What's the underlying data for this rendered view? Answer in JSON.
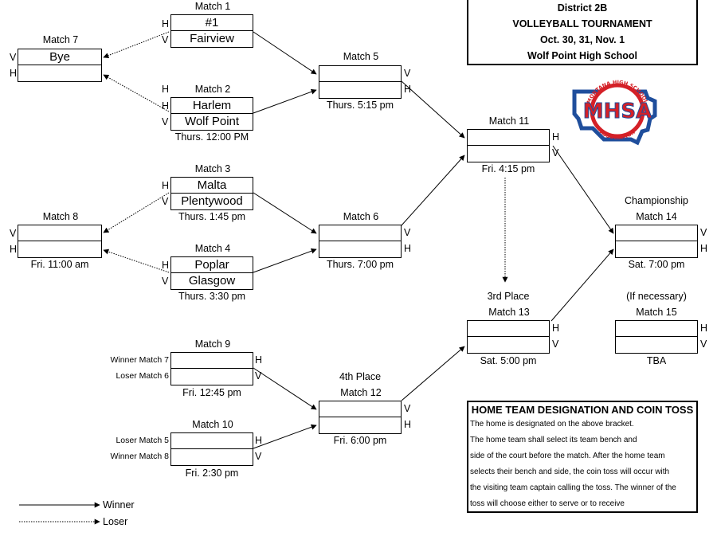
{
  "header": {
    "line1": "District 2B",
    "line2": "VOLLEYBALL TOURNAMENT",
    "line3": "Oct. 30, 31, Nov. 1",
    "line4": "Wolf Point High School"
  },
  "logo": {
    "top_text": "MONTANA HIGH SCHOOL",
    "main_text": "MHSA",
    "bottom_text": "ASSOCIATION",
    "color_red": "#d42027",
    "color_blue": "#1f4e9c"
  },
  "matches": {
    "m1": {
      "title": "Match 1",
      "top": "#1",
      "bot": "Fairview",
      "top_hv": "H",
      "bot_hv": "V"
    },
    "m2": {
      "title": "Match 2",
      "top": "Harlem",
      "bot": "Wolf Point",
      "top_hv": "H",
      "bot_hv": "V",
      "time": "Thurs. 12:00 PM",
      "extra_hv": "H"
    },
    "m3": {
      "title": "Match 3",
      "top": "Malta",
      "bot": "Plentywood",
      "top_hv": "H",
      "bot_hv": "V",
      "time": "Thurs. 1:45 pm"
    },
    "m4": {
      "title": "Match 4",
      "top": "Poplar",
      "bot": "Glasgow",
      "top_hv": "H",
      "bot_hv": "V",
      "time": "Thurs. 3:30 pm"
    },
    "m5": {
      "title": "Match 5",
      "top": "",
      "bot": "",
      "top_hv": "V",
      "bot_hv": "H",
      "time": "Thurs. 5:15 pm"
    },
    "m6": {
      "title": "Match 6",
      "top": "",
      "bot": "",
      "top_hv": "V",
      "bot_hv": "H",
      "time": "Thurs. 7:00 pm"
    },
    "m7": {
      "title": "Match 7",
      "top": "Bye",
      "bot": "",
      "top_hv": "V",
      "bot_hv": "H"
    },
    "m8": {
      "title": "Match 8",
      "top": "",
      "bot": "",
      "top_hv": "V",
      "bot_hv": "H",
      "time": "Fri. 11:00 am"
    },
    "m9": {
      "title": "Match 9",
      "top": "",
      "bot": "",
      "top_hv": "H",
      "bot_hv": "V",
      "time": "Fri. 12:45 pm",
      "top_src": "Winner Match 7",
      "bot_src": "Loser Match 6"
    },
    "m10": {
      "title": "Match 10",
      "top": "",
      "bot": "",
      "top_hv": "H",
      "bot_hv": "V",
      "time": "Fri. 2:30 pm",
      "top_src": "Loser Match 5",
      "bot_src": "Winner Match 8"
    },
    "m11": {
      "title": "Match 11",
      "top": "",
      "bot": "",
      "top_hv": "H",
      "bot_hv": "V",
      "time": "Fri. 4:15 pm"
    },
    "m12": {
      "title": "Match 12",
      "subtitle": "4th Place",
      "top": "",
      "bot": "",
      "top_hv": "V",
      "bot_hv": "H",
      "time": "Fri. 6:00 pm"
    },
    "m13": {
      "title": "Match 13",
      "subtitle": "3rd Place",
      "top": "",
      "bot": "",
      "top_hv": "H",
      "bot_hv": "V",
      "time": "Sat. 5:00 pm"
    },
    "m14": {
      "title": "Match 14",
      "subtitle": "Championship",
      "top": "",
      "bot": "",
      "top_hv": "V",
      "bot_hv": "H",
      "time": "Sat. 7:00 pm"
    },
    "m15": {
      "title": "Match 15",
      "subtitle": "(If necessary)",
      "top": "",
      "bot": "",
      "top_hv": "H",
      "bot_hv": "V",
      "time": "TBA"
    }
  },
  "info": {
    "title": "HOME TEAM DESIGNATION AND COIN TOSS",
    "lines": [
      "The home is designated on the above bracket.",
      "The home team shall select its team bench and",
      "side of the court before the match.  After the home team",
      "selects their bench and side, the coin toss will occur with",
      "the visiting team captain calling the toss.  The winner of the",
      "toss will choose either to serve or to receive"
    ]
  },
  "legend": {
    "winner": "Winner",
    "loser": "Loser"
  }
}
